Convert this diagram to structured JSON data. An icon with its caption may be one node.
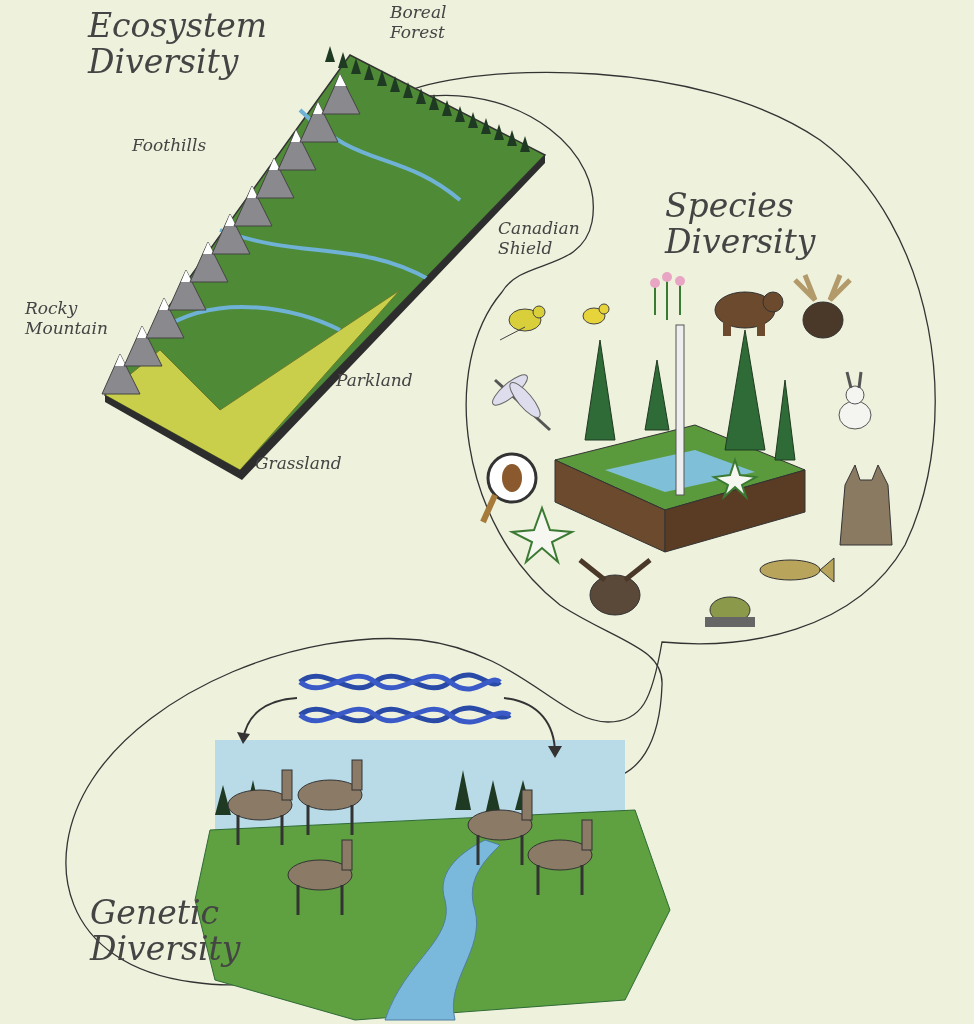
{
  "diagram": {
    "nodes": [
      {
        "text": [
          "Ecosystem Diversity"
        ]
      },
      {
        "text": [
          "Species Diversity"
        ]
      },
      {
        "text": [
          "Genetic Diversity"
        ]
      }
    ],
    "labels": [
      "Boreal Forest",
      "Foothills",
      "Canadian Shield",
      "Rocky Mountain",
      "Parkland",
      "Grassland"
    ]
  }
}
